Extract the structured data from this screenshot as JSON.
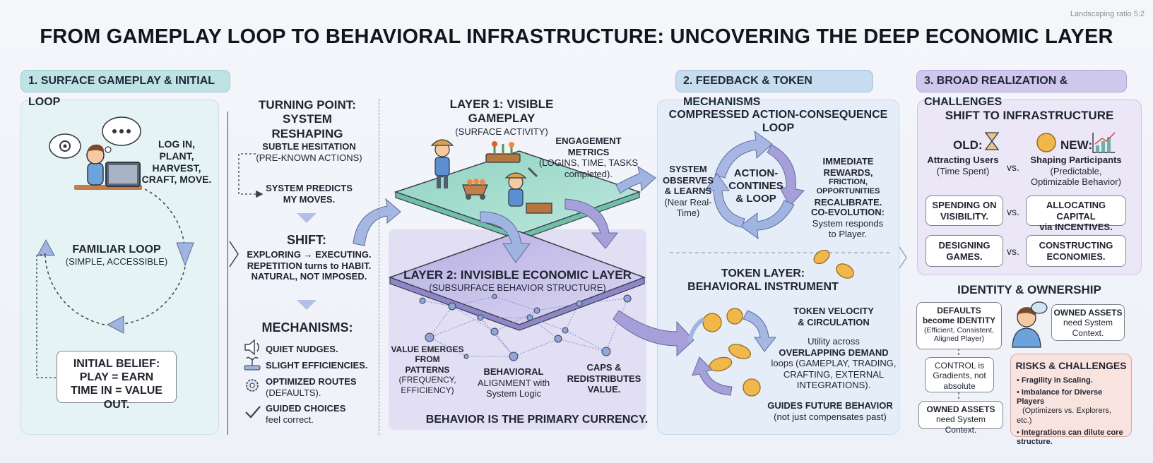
{
  "ratio_note": "Landscaping ratio 5:2",
  "title": "FROM GAMEPLAY LOOP TO BEHAVIORAL INFRASTRUCTURE: UNCOVERING THE DEEP ECONOMIC LAYER",
  "section1": {
    "badge": "1. SURFACE GAMEPLAY & INITIAL LOOP",
    "actions": [
      "LOG IN, PLANT,",
      "HARVEST,",
      "CRAFT, MOVE."
    ],
    "loop_title": "FAMILIAR LOOP",
    "loop_sub": "(SIMPLE, ACCESSIBLE)",
    "belief_lines": [
      "INITIAL BELIEF:",
      "PLAY = EARN",
      "TIME IN = VALUE OUT."
    ]
  },
  "turning": {
    "title_lines": [
      "TURNING POINT:",
      "SYSTEM RESHAPING"
    ],
    "hesitation_lines": [
      "SUBTLE HESITATION",
      "(PRE-KNOWN ACTIONS)"
    ],
    "predicts_lines": [
      "SYSTEM PREDICTS",
      "MY MOVES."
    ],
    "shift_title": "SHIFT:",
    "shift_lines": [
      "EXPLORING → EXECUTING.",
      "REPETITION turns to HABIT.",
      "NATURAL, NOT IMPOSED."
    ],
    "mech_title": "MECHANISMS:",
    "mechanisms": [
      {
        "icon": "speaker-icon",
        "label": "QUIET NUDGES.",
        "sub": ""
      },
      {
        "icon": "seedling-icon",
        "label": "SLIGHT EFFICIENCIES.",
        "sub": ""
      },
      {
        "icon": "gear-icon",
        "label": "OPTIMIZED ROUTES",
        "sub": "(DEFAULTS)."
      },
      {
        "icon": "checkmark-icon",
        "label": "GUIDED CHOICES",
        "sub": "feel correct."
      }
    ]
  },
  "layers": {
    "layer1_title": "LAYER 1: VISIBLE GAMEPLAY",
    "layer1_sub": "(SURFACE ACTIVITY)",
    "metrics_title": "ENGAGEMENT METRICS",
    "metrics_lines": [
      "(LOGINS, TIME, TASKS",
      "completed)."
    ],
    "layer2_title": "LAYER 2: INVISIBLE ECONOMIC LAYER",
    "layer2_sub": "(SUBSURFACE BEHAVIOR STRUCTURE)",
    "value_lines": [
      "VALUE EMERGES",
      "FROM",
      "PATTERNS",
      "(FREQUENCY,",
      "EFFICIENCY)"
    ],
    "alignment_lines": [
      "BEHAVIORAL",
      "ALIGNMENT with",
      "System Logic"
    ],
    "caps_lines": [
      "CAPS &",
      "REDISTRIBUTES",
      "VALUE."
    ],
    "currency": "BEHAVIOR IS THE PRIMARY CURRENCY."
  },
  "section2": {
    "badge": "2. FEEDBACK & TOKEN MECHANISMS",
    "loop_title": "COMPRESSED ACTION-CONSEQUENCE LOOP",
    "observes_lines": [
      "SYSTEM",
      "OBSERVES",
      "& LEARNS",
      "(Near Real-",
      "Time)"
    ],
    "center_lines": [
      "ACTION-",
      "CONTINES",
      "& LOOP"
    ],
    "rewards_lines": [
      "IMMEDIATE REWARDS,",
      "FRICTION, OPPORTUNITIES",
      "RECALIBRATE."
    ],
    "coevo_lines": [
      "CO-EVOLUTION:",
      "System responds",
      "to Player."
    ],
    "token_title_lines": [
      "TOKEN LAYER:",
      "BEHAVIORAL INSTRUMENT"
    ],
    "velocity_lines": [
      "TOKEN VELOCITY",
      "& CIRCULATION"
    ],
    "utility_lines": [
      "Utility across",
      "OVERLAPPING DEMAND",
      "loops (GAMEPLAY, TRADING,",
      "CRAFTING, EXTERNAL",
      "INTEGRATIONS)."
    ],
    "guides_lines": [
      "GUIDES FUTURE BEHAVIOR",
      "(not just compensates past)"
    ]
  },
  "section3": {
    "badge": "3. BROAD REALIZATION & CHALLENGES",
    "shift_title": "SHIFT TO INFRASTRUCTURE",
    "old_label": "OLD:",
    "old_lines": [
      "Attracting Users",
      "(Time Spent)"
    ],
    "new_label": "NEW:",
    "new_lines": [
      "Shaping Participants",
      "(Predictable,",
      "Optimizable Behavior)"
    ],
    "vs": "vs.",
    "compare": [
      {
        "left": [
          "SPENDING ON",
          "VISIBILITY."
        ],
        "right": [
          "ALLOCATING CAPITAL",
          "via INCENTIVES."
        ]
      },
      {
        "left": [
          "DESIGNING",
          "GAMES."
        ],
        "right": [
          "CONSTRUCTING",
          "ECONOMIES."
        ]
      }
    ],
    "identity_title": "IDENTITY & OWNERSHIP",
    "defaults_lines": [
      "DEFAULTS",
      "become IDENTITY",
      "(Efficient, Consistent,",
      "Aligned Player)"
    ],
    "owned_right_lines": [
      "OWNED ASSETS",
      "need System",
      "Context."
    ],
    "control_lines": [
      "CONTROL is",
      "Gradients, not",
      "absolute"
    ],
    "owned_bottom_lines": [
      "OWNED ASSETS",
      "need System Context."
    ],
    "risks_title": "RISKS & CHALLENGES",
    "risks": [
      {
        "bold": "Fragility in Scaling.",
        "rest": ""
      },
      {
        "bold": "Imbalance for Diverse Players",
        "rest": "(Optimizers vs. Explorers, etc.)"
      },
      {
        "bold": "Integrations can dilute core structure.",
        "rest": ""
      }
    ]
  },
  "colors": {
    "teal": "#bfe2e4",
    "blue": "#c7dcef",
    "purple": "#cfc8ec",
    "arrow_blue": "#9fb4e0",
    "arrow_purple": "#a79fd9",
    "coin": "#f0b84a",
    "risk": "#f9e3df"
  }
}
